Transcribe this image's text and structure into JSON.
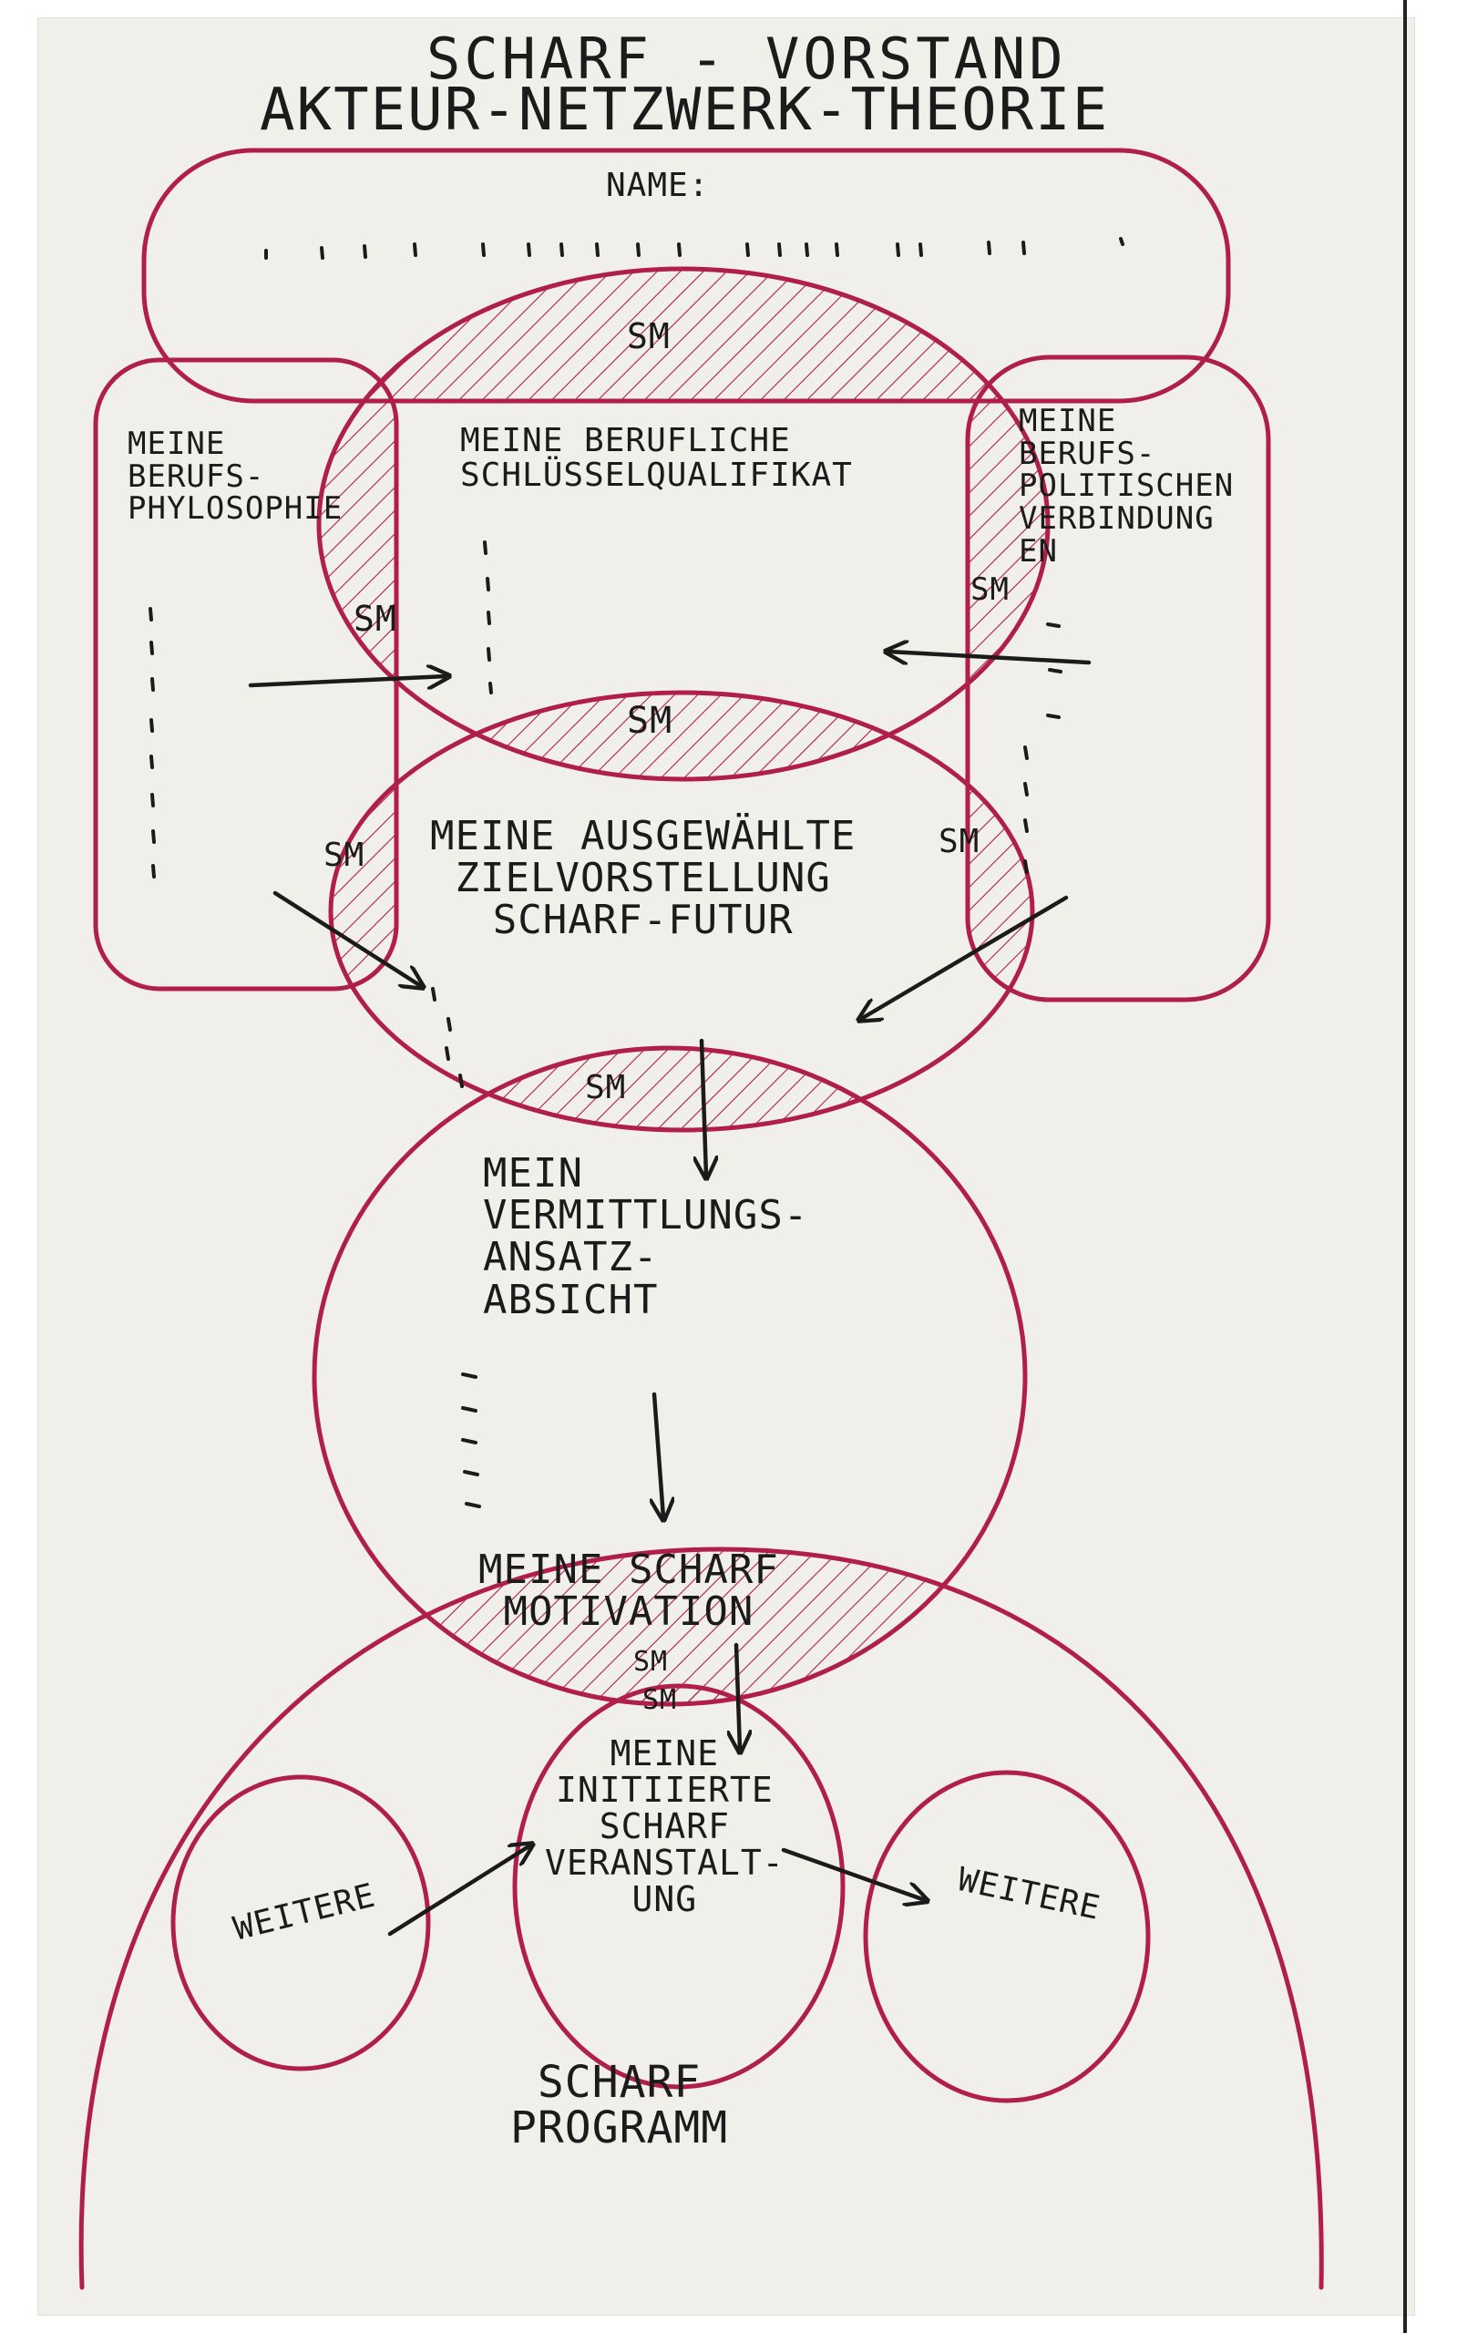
{
  "header": {
    "title_line1": "SCHARF - VORSTAND",
    "title_line2": "AKTEUR-NETZWERK-THEORIE",
    "name_label": "NAME:"
  },
  "nodes": {
    "philosophy": "MEINE\nBERUFS-\nPHYLOSOPHIE",
    "qualification": "MEINE BERUFLICHE\nSCHLÜSSELQUALIFIKAT",
    "political": "MEINE\nBERUFS-\nPOLITISCHEN\nVERBINDUNG\nEN",
    "goal": "MEINE AUSGEWÄHLTE\nZIELVORSTELLUNG\nSCHARF-FUTUR",
    "mediation": "MEIN\nVERMITTLUNGS-\nANSATZ-\nABSICHT",
    "motivation": "MEINE SCHARF\nMOTIVATION",
    "event": "MEINE\nINITIIERTE\nSCHARF\nVERANSTALT-\nUNG",
    "further_left": "WEITERE",
    "further_right": "WEITERE",
    "program": "SCHARF\nPROGRAMM"
  },
  "overlap_label": "SM",
  "colors": {
    "ink_red": "#b01e4b",
    "ink_black": "#1b1b1b",
    "paper": "#f1efe9"
  }
}
